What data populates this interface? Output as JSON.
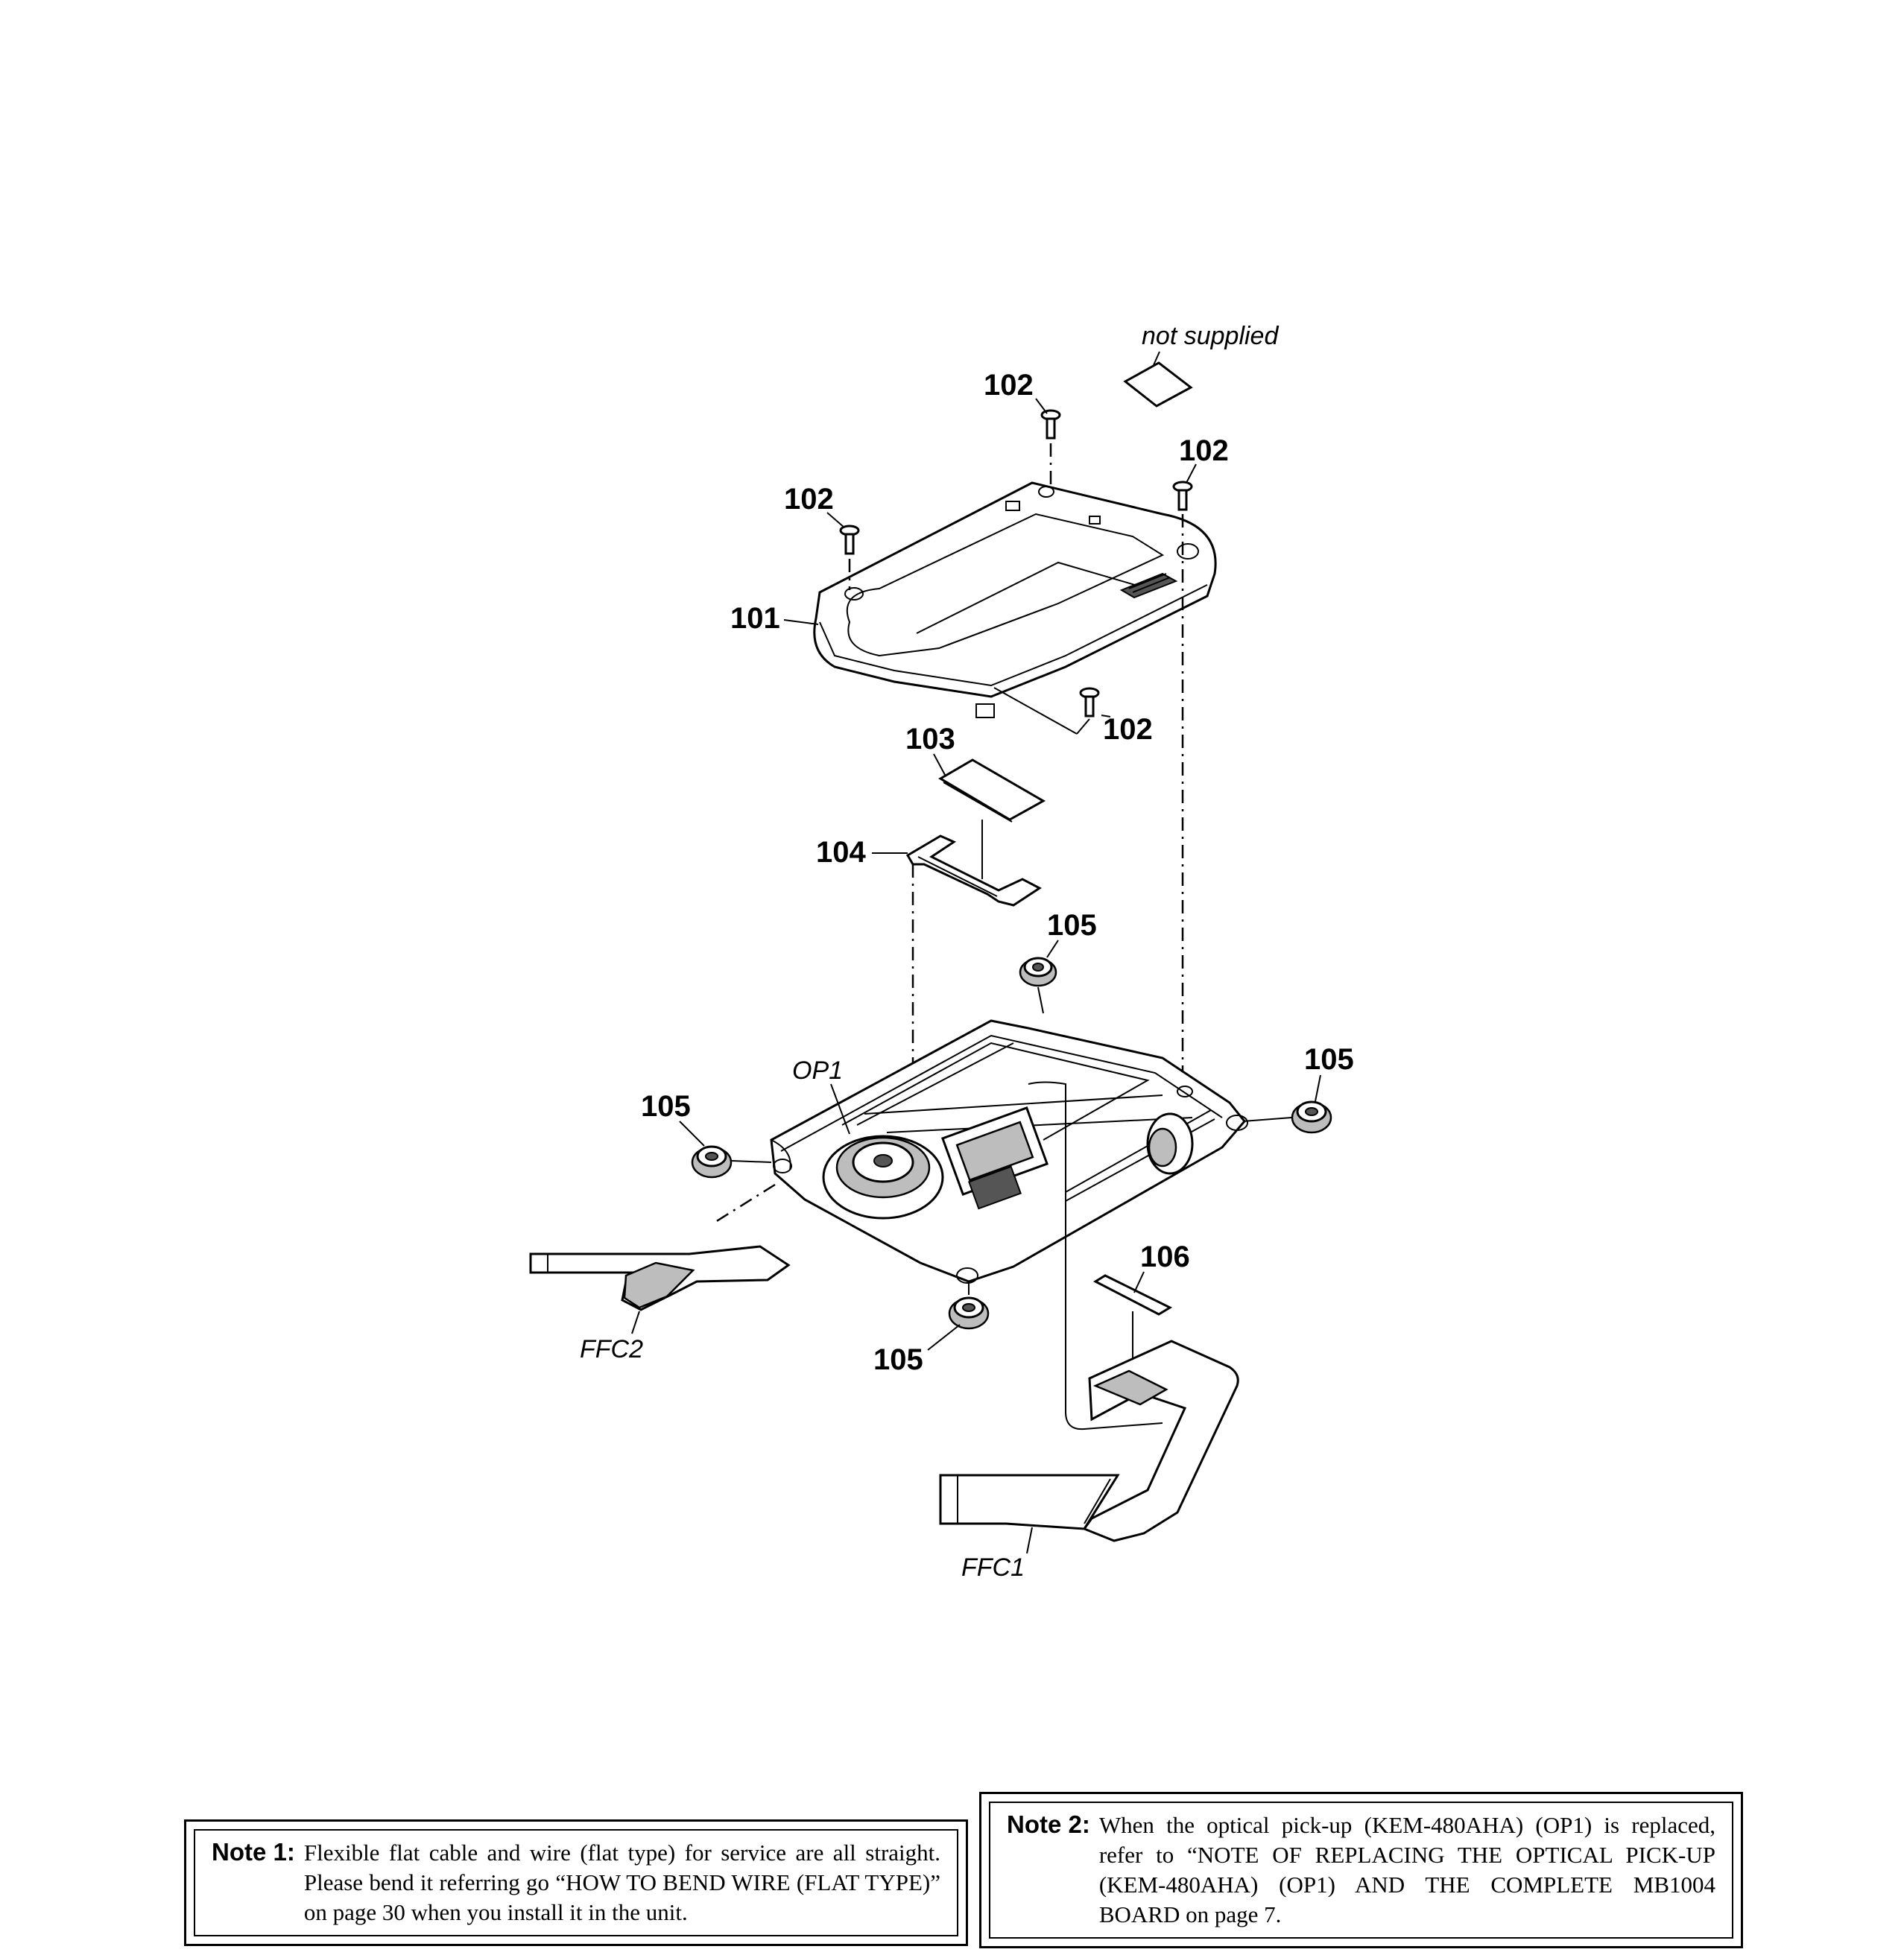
{
  "diagram": {
    "labels": {
      "not_supplied": "not supplied",
      "p101": "101",
      "p102": "102",
      "p103": "103",
      "p104": "104",
      "p105": "105",
      "p106": "106",
      "op1": "OP1",
      "ffc1": "FFC1",
      "ffc2": "FFC2"
    }
  },
  "notes": {
    "note1": {
      "head": "Note 1:",
      "text": "Flexible flat cable and wire (flat type) for service are all straight. Please bend it referring go “HOW TO BEND WIRE (FLAT TYPE)” on page 30 when you install it in the unit."
    },
    "note2": {
      "head": "Note 2:",
      "text": "When the optical pick-up (KEM-480AHA) (OP1) is replaced, refer to “NOTE OF REPLACING THE OPTICAL PICK-UP (KEM-480AHA) (OP1) AND THE COMPLETE MB1004 BOARD on page 7."
    }
  }
}
